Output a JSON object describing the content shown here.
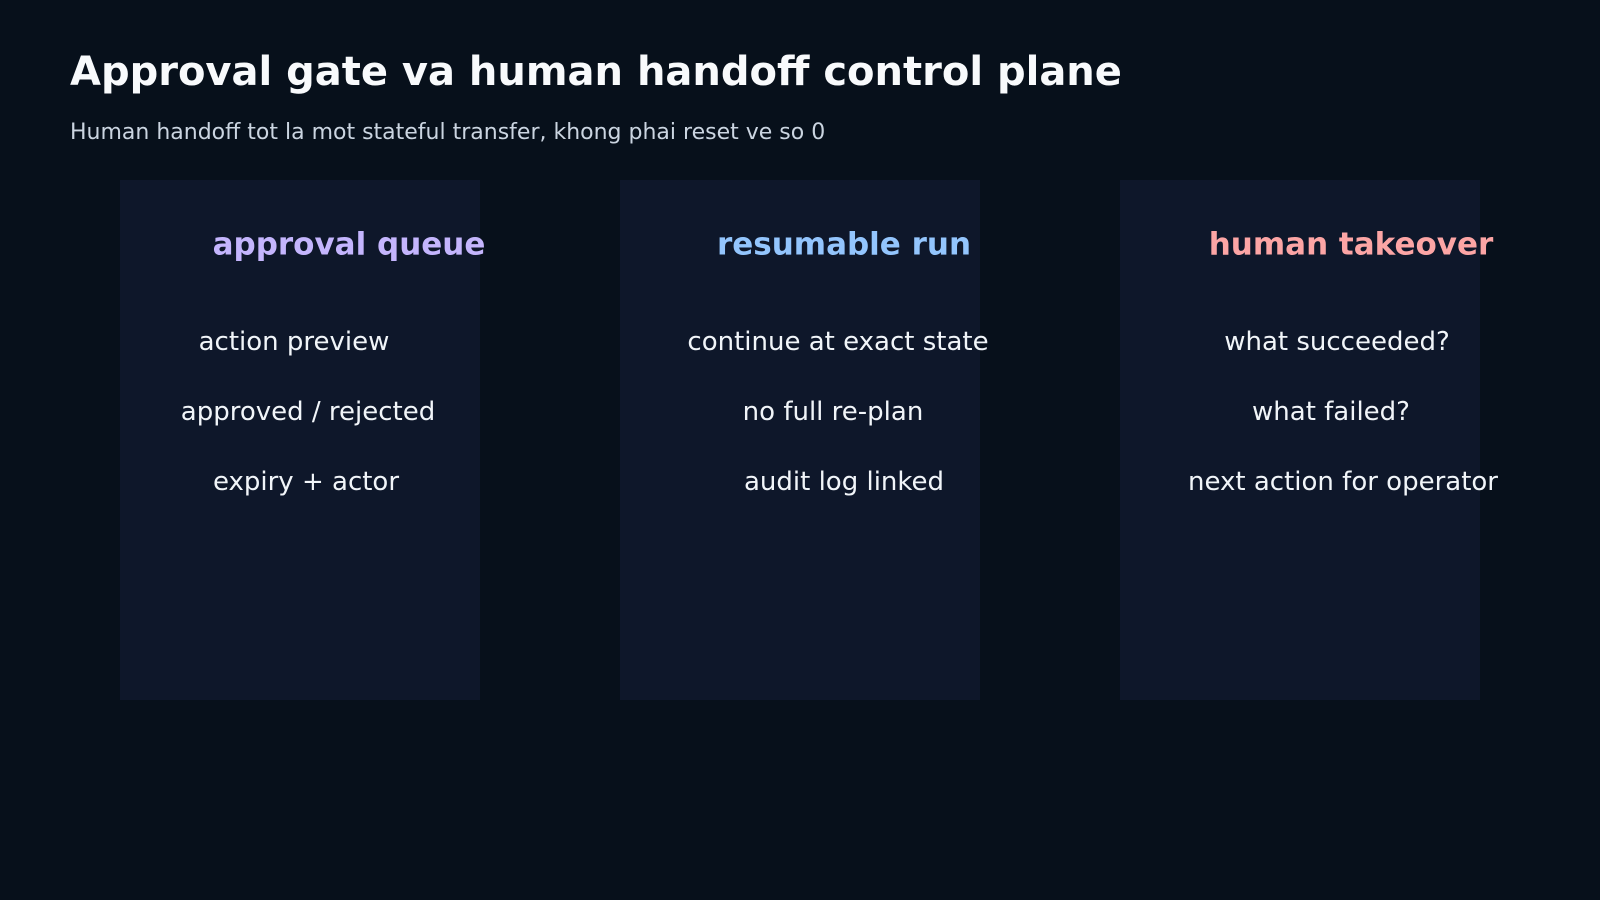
{
  "header": {
    "title": "Approval gate va human handoff control plane",
    "subtitle": "Human handoff tot la mot stateful transfer, khong phai reset ve so 0"
  },
  "columns": [
    {
      "heading": "approval queue",
      "color": "#c4b5fd",
      "items": [
        "action preview",
        "approved / rejected",
        "expiry + actor"
      ]
    },
    {
      "heading": "resumable run",
      "color": "#93c5fd",
      "items": [
        "continue at exact state",
        "no full re-plan",
        "audit log linked"
      ]
    },
    {
      "heading": "human takeover",
      "color": "#fca5a5",
      "items": [
        "what succeeded?",
        "what failed?",
        "next action for operator"
      ]
    }
  ],
  "colors": {
    "background": "#07101b",
    "panel": "#0e172a",
    "text": "#f1f5f9",
    "subtitle": "#cbd5e1"
  }
}
